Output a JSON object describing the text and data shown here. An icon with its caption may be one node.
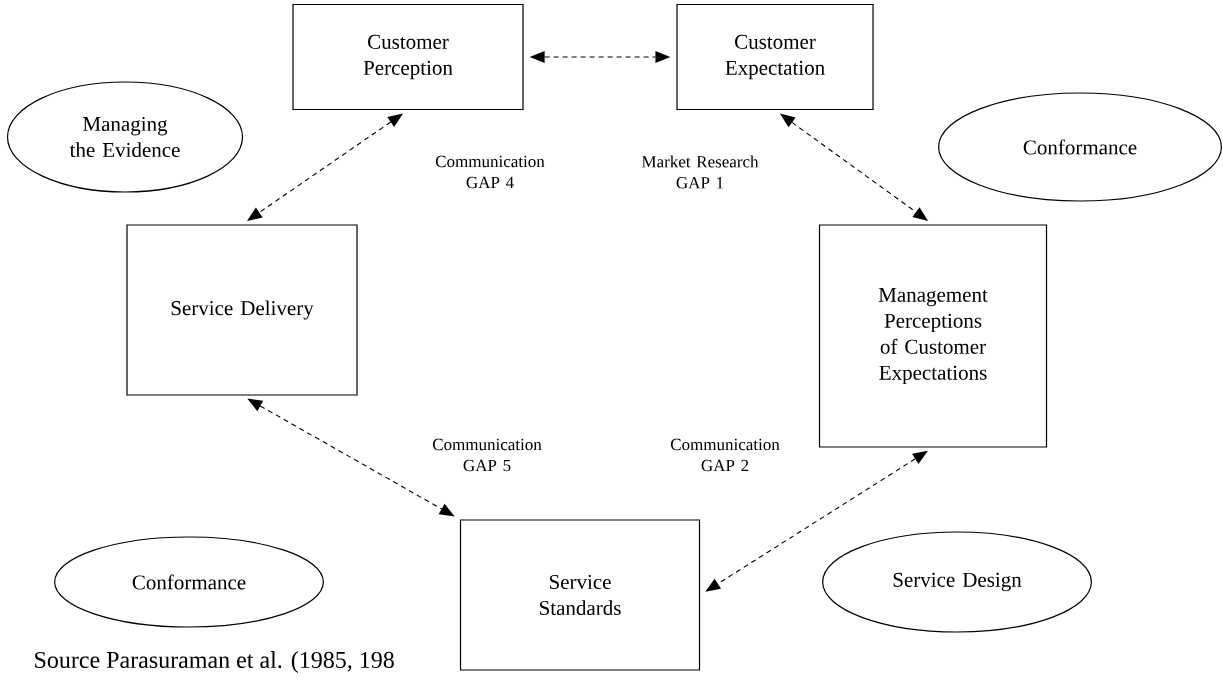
{
  "diagram": {
    "nodes": [
      {
        "text": [
          "Customer Perception"
        ]
      },
      {
        "text": [
          "Customer Expectation"
        ]
      },
      {
        "text": [
          "Managing the Evidence"
        ]
      },
      {
        "text": [
          "Conformance"
        ]
      },
      {
        "text": [
          "Service Delivery"
        ]
      },
      {
        "text": [
          "Management Perceptions of Customer Expectations"
        ]
      },
      {
        "text": [
          "Conformance"
        ]
      },
      {
        "text": [
          "Service Design"
        ]
      },
      {
        "text": [
          "Service Standards"
        ]
      }
    ],
    "edges": [
      {
        "from": 0,
        "to": 1,
        "arrow": "both",
        "style": "dashed"
      },
      {
        "from": 0,
        "to": 4,
        "arrow": "both",
        "style": "dashed"
      },
      {
        "from": 1,
        "to": 5,
        "arrow": "both",
        "style": "dashed"
      },
      {
        "from": 4,
        "to": 8,
        "arrow": "both",
        "style": "dashed"
      },
      {
        "from": 5,
        "to": 8,
        "arrow": "both",
        "style": "dashed"
      }
    ],
    "labels": [
      "Communication GAP 4",
      "Market Research GAP 1",
      "Communication GAP 5",
      "Communication GAP 2",
      "Source Parasuraman et al. (1985, 198"
    ]
  }
}
